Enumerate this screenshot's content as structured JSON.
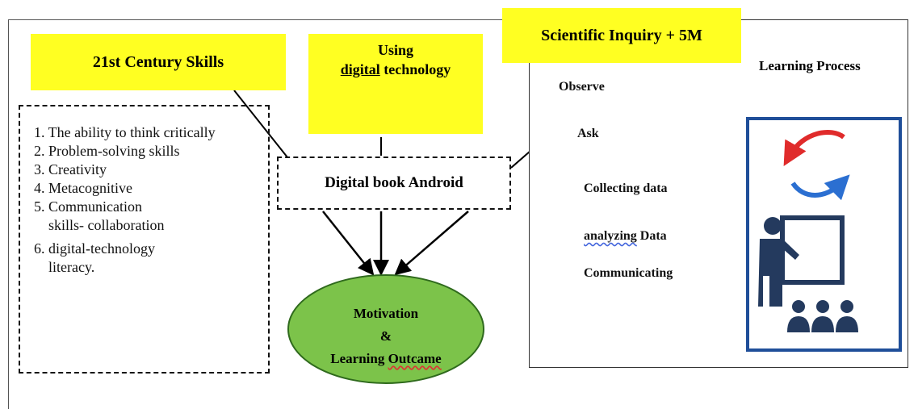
{
  "colors": {
    "highlight": "#ffff22",
    "ellipse_fill": "#7cc34a",
    "ellipse_stroke": "#2f6a1d",
    "frame_blue": "#1f4e99",
    "arrow_red": "#e02b2b",
    "arrow_blue": "#2b6fd1",
    "presenter_navy": "#243a5e"
  },
  "icons": [
    "cycle-arrows-icon",
    "presenter-icon"
  ],
  "century_skills": {
    "title": "21st Century Skills",
    "items": [
      "1. The ability to think critically",
      "2. Problem-solving skills",
      "3. Creativity",
      "4. Metacognitive",
      "5. Communication",
      "skills- collaboration",
      "6. digital-technology",
      "literacy."
    ]
  },
  "digital_tech": {
    "line1": "Using",
    "line2a": "digital",
    "line2b": " technology"
  },
  "scientific_inquiry": {
    "title": "Scientific Inquiry + 5M"
  },
  "digital_book": {
    "label": "Digital book Android"
  },
  "outcome": {
    "line1": "Motivation",
    "line2": "&",
    "line3a": "Learning ",
    "line3b": "Outcame"
  },
  "learning_process": {
    "title": "Learning Process",
    "steps": [
      "Observe",
      "Ask",
      "Collecting data",
      "Data",
      "Communicating"
    ],
    "analyzing_word": "analyzing"
  }
}
